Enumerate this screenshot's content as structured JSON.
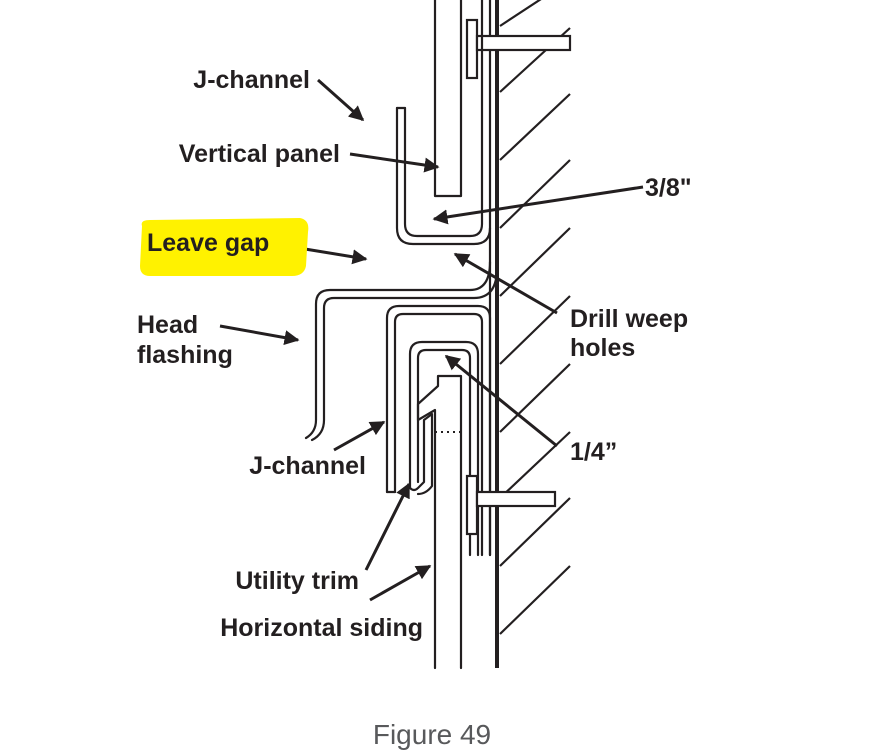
{
  "labels": {
    "j_channel_top": "J-channel",
    "vertical_panel": "Vertical panel",
    "leave_gap": "Leave gap",
    "head_flashing_1": "Head",
    "head_flashing_2": "flashing",
    "j_channel_bottom": "J-channel",
    "utility_trim": "Utility trim",
    "horizontal_siding": "Horizontal siding",
    "dim_three_eighths": "3/8\"",
    "drill_weep_1": "Drill weep",
    "drill_weep_2": "holes",
    "dim_one_quarter": "1/4”"
  },
  "caption": "Figure 49",
  "colors": {
    "line": "#231f20",
    "highlight": "#fff200",
    "caption": "#58595b"
  }
}
